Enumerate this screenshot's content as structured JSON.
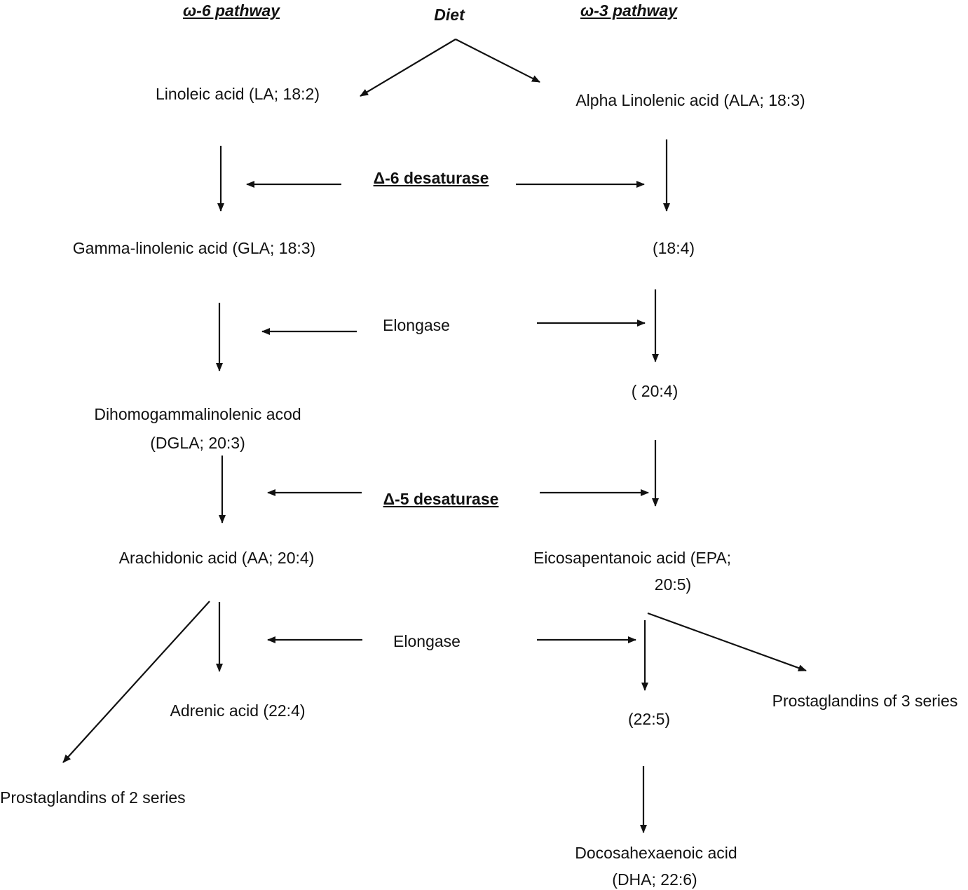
{
  "headings": {
    "omega6": "ω-6 pathway",
    "diet": "Diet",
    "omega3": "ω-3 pathway"
  },
  "omega6": {
    "la": "Linoleic acid (LA; 18:2)",
    "gla": "Gamma-linolenic acid (GLA; 18:3)",
    "dgla_line1": "Dihomogammalinolenic acod",
    "dgla_line2": "(DGLA; 20:3)",
    "aa": "Arachidonic acid (AA; 20:4)",
    "adrenic": "Adrenic acid (22:4)",
    "pg2": "Prostaglandins of 2 series"
  },
  "omega3": {
    "ala": "Alpha Linolenic acid (ALA; 18:3)",
    "c18_4": "(18:4)",
    "c20_4": "( 20:4)",
    "epa_line1": "Eicosapentanoic acid  (EPA;",
    "epa_line2": "20:5)",
    "c22_5": "(22:5)",
    "pg3": "Prostaglandins of 3 series",
    "dha_line1": "Docosahexaenoic acid",
    "dha_line2": "(DHA; 22:6)"
  },
  "enzymes": {
    "d6": "Δ-6 desaturase",
    "elongase1": "Elongase",
    "d5": "Δ-5 desaturase",
    "elongase2": "Elongase"
  },
  "colors": {
    "ink": "#111111",
    "background": "#ffffff"
  }
}
